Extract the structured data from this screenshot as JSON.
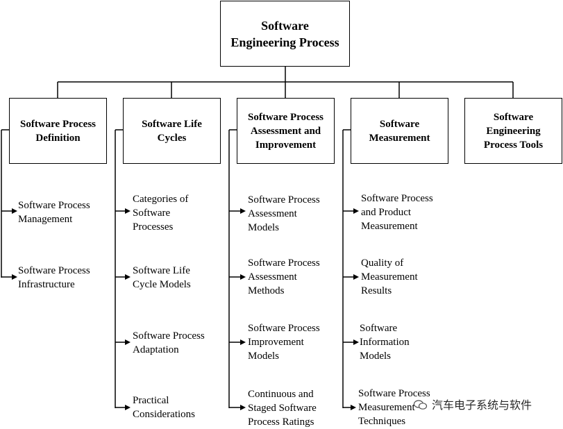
{
  "root": {
    "title": "Software\nEngineering Process"
  },
  "categories": [
    {
      "label": "Software Process\nDefinition",
      "items": [
        "Software Process\nManagement",
        "Software Process\nInfrastructure"
      ]
    },
    {
      "label": "Software Life\nCycles",
      "items": [
        "Categories of\nSoftware\nProcesses",
        "Software Life\nCycle Models",
        "Software Process\nAdaptation",
        "Practical\nConsiderations"
      ]
    },
    {
      "label": "Software Process\nAssessment and\nImprovement",
      "items": [
        "Software Process\nAssessment\nModels",
        "Software Process\nAssessment\nMethods",
        "Software Process\nImprovement\nModels",
        "Continuous and\nStaged Software\nProcess Ratings"
      ]
    },
    {
      "label": "Software\nMeasurement",
      "items": [
        "Software Process\nand Product\nMeasurement",
        "Quality of\nMeasurement\nResults",
        "Software\nInformation\nModels",
        "Software Process\nMeasurement\nTechniques"
      ]
    },
    {
      "label": "Software\nEngineering\nProcess Tools",
      "items": []
    }
  ],
  "watermark": {
    "text": "汽车电子系统与软件",
    "icon": "wechat-icon"
  }
}
